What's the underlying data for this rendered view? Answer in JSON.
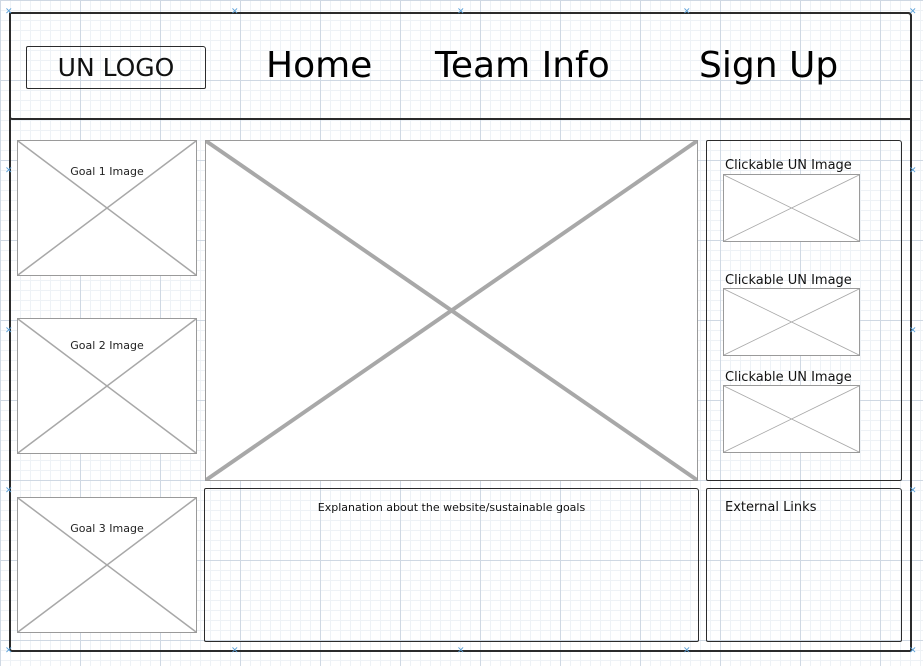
{
  "header": {
    "logo": "UN LOGO",
    "nav": [
      "Home",
      "Team Info",
      "Sign Up"
    ]
  },
  "goals": [
    {
      "label": "Goal 1 Image"
    },
    {
      "label": "Goal 2 Image"
    },
    {
      "label": "Goal 3 Image"
    }
  ],
  "explanation": "Explanation about the website/sustainable goals",
  "sidebar": {
    "items": [
      {
        "label": "Clickable UN Image"
      },
      {
        "label": "Clickable UN Image"
      },
      {
        "label": "Clickable UN Image"
      }
    ],
    "external_links": "External Links"
  }
}
